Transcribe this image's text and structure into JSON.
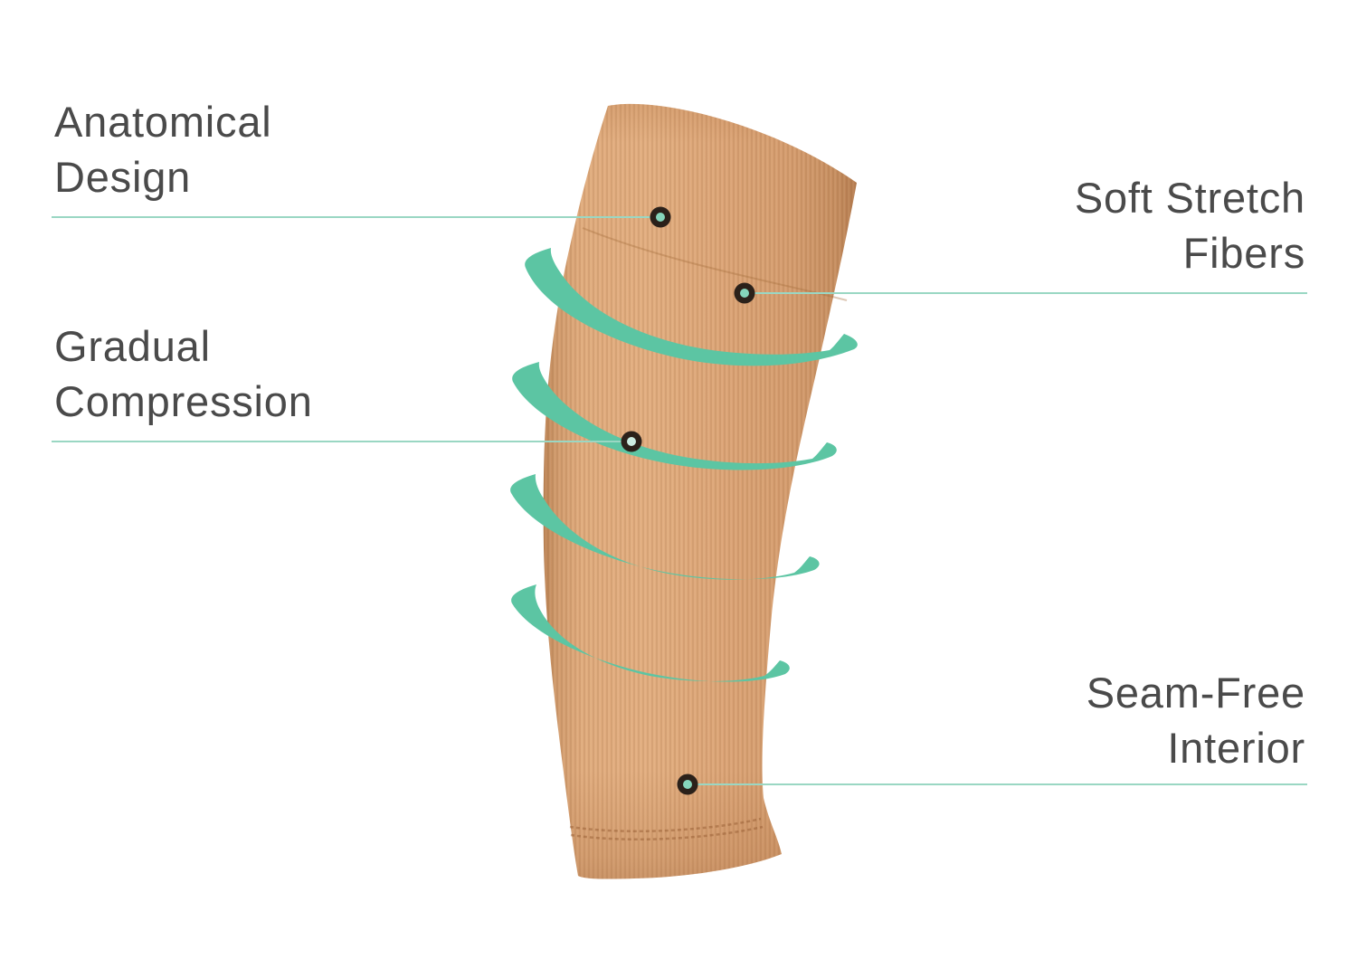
{
  "callouts": {
    "anatomical": {
      "lines": [
        "Anatomical",
        "Design"
      ]
    },
    "soft_stretch": {
      "lines": [
        "Soft Stretch",
        "Fibers"
      ]
    },
    "gradual": {
      "lines": [
        "Gradual",
        "Compression"
      ]
    },
    "seam_free": {
      "lines": [
        "Seam-Free",
        "Interior"
      ]
    }
  },
  "colors": {
    "accent_ring": "#5CC5A3",
    "leader_line": "#9AD7C3",
    "label_text": "#4A4A4A",
    "fabric_base": "#D9A376",
    "marker_outer": "#2B211A",
    "marker_inner": "#85D5BB",
    "marker_inner_light": "#CDEDE2",
    "background": "#FFFFFF"
  }
}
